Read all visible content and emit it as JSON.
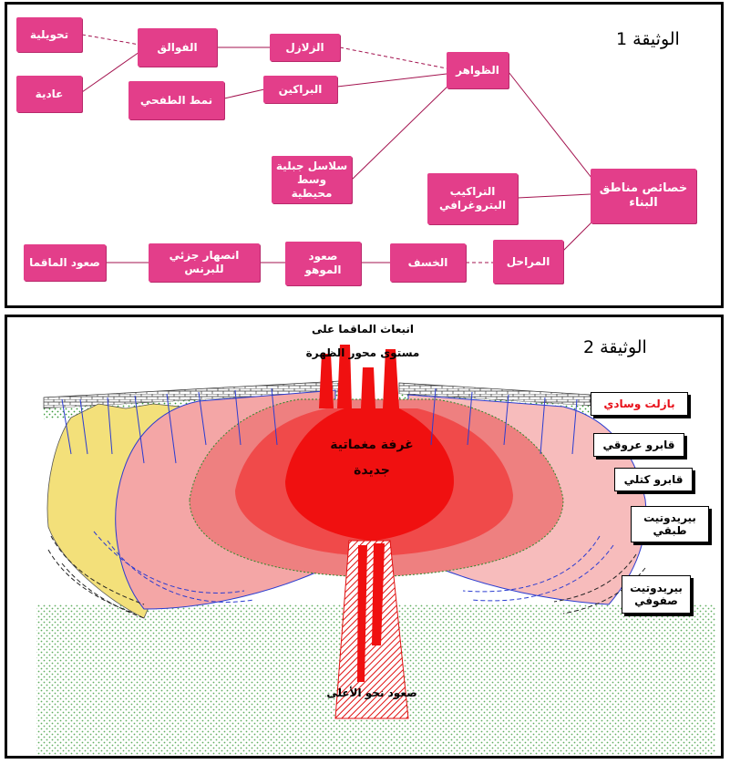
{
  "doc1": {
    "title": "الوثيقة 1",
    "boxes": {
      "transform": "تحويلية",
      "normal": "عادية",
      "faults": "الفوالق",
      "earthquakes": "الزلازل",
      "volcanoes": "البراكين",
      "effusive": "نمط الطفحي",
      "phenomena": "الظواهر",
      "ranges_1": "سلاسل جبلية",
      "ranges_2": "وسط محيطية",
      "petro_1": "التراكيب",
      "petro_2": "البتروغرافي",
      "features_1": "خصائص مناطق",
      "features_2": "البناء",
      "stages": "المراحل",
      "subsidence": "الخسف",
      "moho_1": "صعود",
      "moho_2": "الموهو",
      "partial_1": "انصهار جزئي",
      "partial_2": "للبرنس",
      "magma_rise": "صعود الماقما"
    },
    "colors": {
      "box": "#e33e8a",
      "line": "#a3134f"
    }
  },
  "doc2": {
    "title": "الوثيقة 2",
    "top_label_1": "انبعاث الماقما على",
    "top_label_2": "مستوى محور الظهرة",
    "chamber_1": "غرفة مغماتية",
    "chamber_2": "جديدة",
    "bottom_label": "صعود نحو الأعلى",
    "labels": {
      "pillow": "بازلت وسادي",
      "gabbro_vein": "قابرو عروقي",
      "gabbro_mass": "قابرو كتلي",
      "peridotite_layered_1": "بيريدوتيت",
      "peridotite_layered_2": "طبقي",
      "peridotite_foliated_1": "بيريدوتيت",
      "peridotite_foliated_2": "صفوفي"
    },
    "colors": {
      "pillow_text": "#e8101a",
      "red": "#f01010",
      "pink": "#f4a6a6",
      "yellow": "#f3e07a"
    }
  }
}
